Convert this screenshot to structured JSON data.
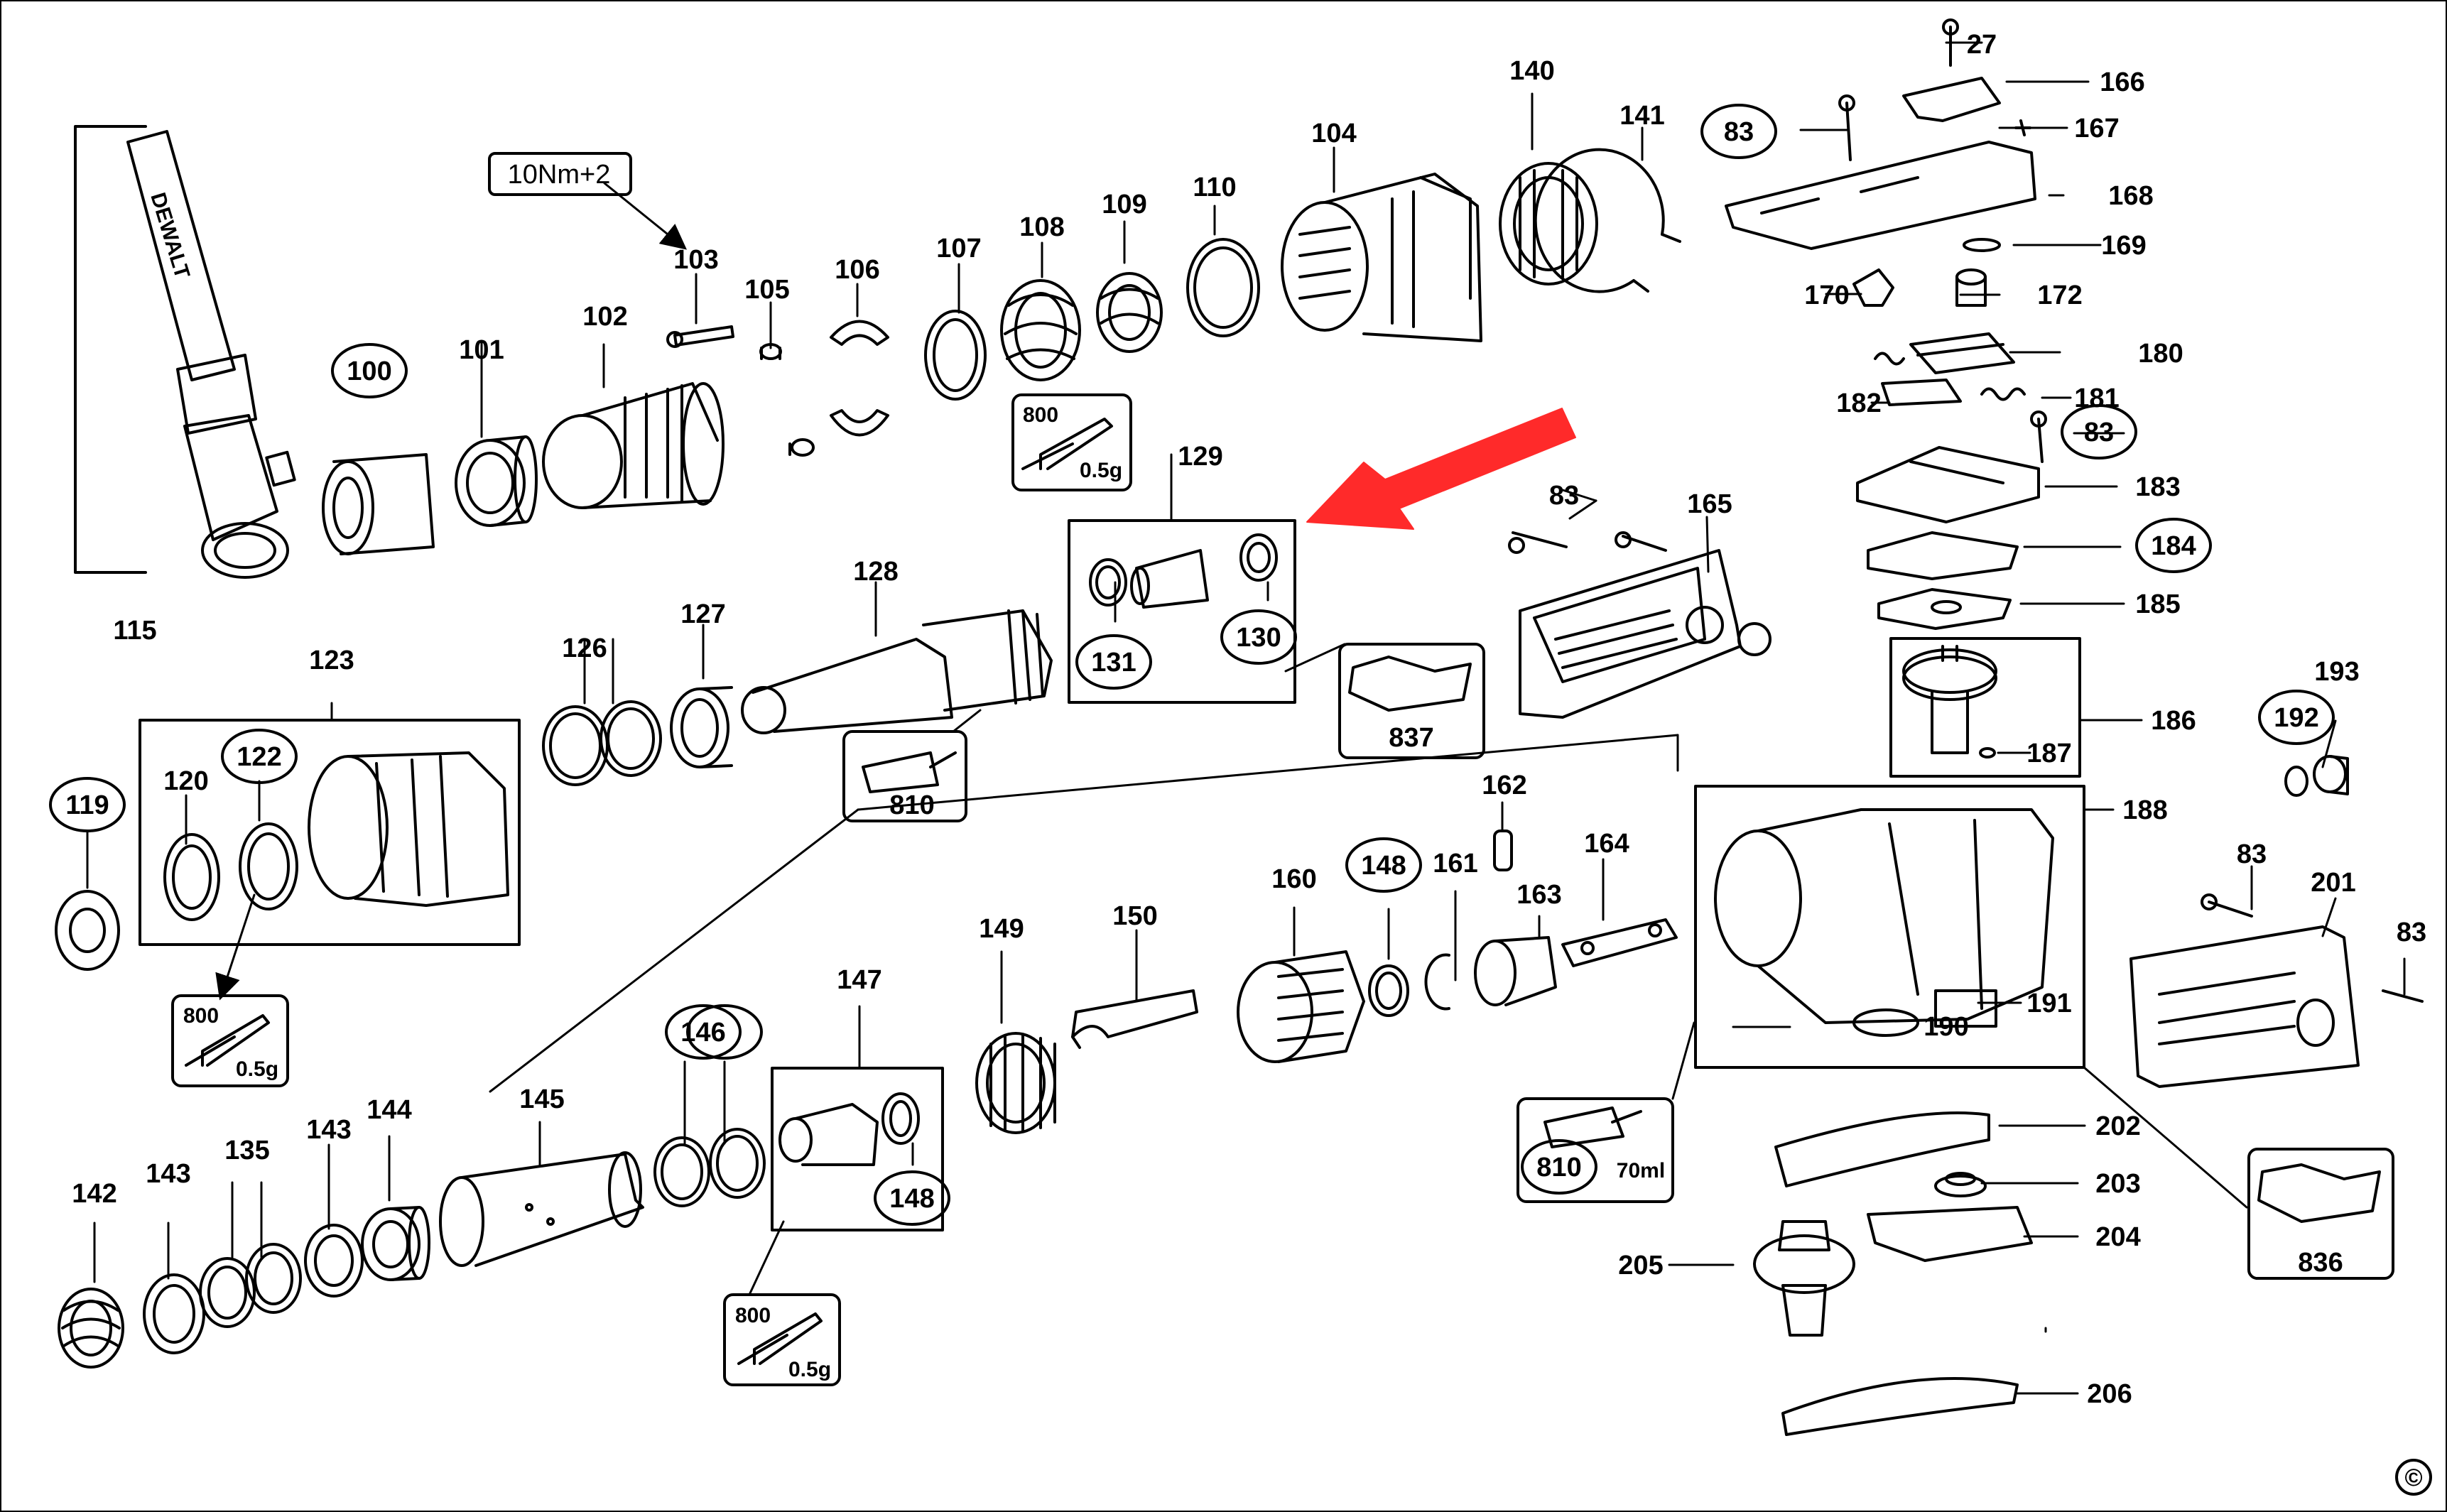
{
  "diagram": {
    "brand_logo_text": "DEWALT",
    "copyright_mark": "©",
    "torque_note": "10Nm+2",
    "lubricant": {
      "grease_code": "800",
      "grease_qty": "0.5g",
      "oil_code": "810",
      "oil_qty": "70ml"
    },
    "accent_colors": {
      "arrow": "#ff2a2a",
      "lines": "#000000"
    },
    "callouts": {
      "c27": "27",
      "c83a": "83",
      "c83b": "83",
      "c83c": "83",
      "c83d": "83",
      "c83e": "83",
      "c100": "100",
      "c101": "101",
      "c102": "102",
      "c103": "103",
      "c104": "104",
      "c105": "105",
      "c106": "106",
      "c107": "107",
      "c108": "108",
      "c109": "109",
      "c110": "110",
      "c115": "115",
      "c119": "119",
      "c120": "120",
      "c122": "122",
      "c123": "123",
      "c126": "126",
      "c127": "127",
      "c128": "128",
      "c129": "129",
      "c130": "130",
      "c131": "131",
      "c135": "135",
      "c140": "140",
      "c141": "141",
      "c142": "142",
      "c143a": "143",
      "c143b": "143",
      "c144": "144",
      "c145": "145",
      "c146": "146",
      "c147": "147",
      "c148a": "148",
      "c148b": "148",
      "c149": "149",
      "c150": "150",
      "c160": "160",
      "c161": "161",
      "c162": "162",
      "c163": "163",
      "c164": "164",
      "c165": "165",
      "c166": "166",
      "c167": "167",
      "c168": "168",
      "c169": "169",
      "c170": "170",
      "c172": "172",
      "c180": "180",
      "c181": "181",
      "c182": "182",
      "c183": "183",
      "c184": "184",
      "c185": "185",
      "c186": "186",
      "c187": "187",
      "c188": "188",
      "c190": "190",
      "c191": "191",
      "c192": "192",
      "c193": "193",
      "c201": "201",
      "c202": "202",
      "c203": "203",
      "c204": "204",
      "c205": "205",
      "c206": "206",
      "c836": "836",
      "c837": "837",
      "c810a": "810",
      "c810b": "810"
    }
  }
}
